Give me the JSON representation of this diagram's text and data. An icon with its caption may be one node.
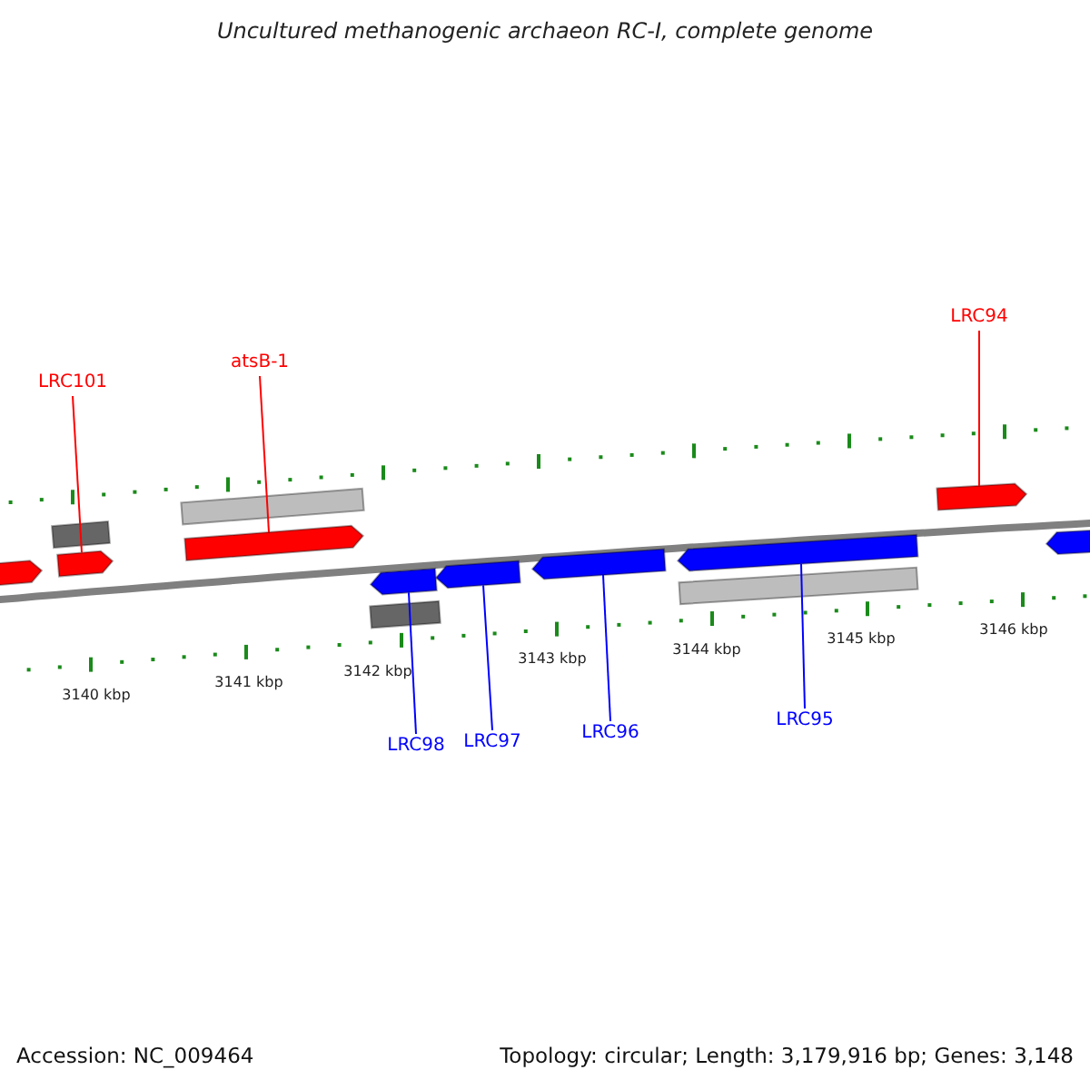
{
  "diagram": {
    "title": "Uncultured methanogenic archaeon RC-I, complete genome",
    "nodes": [
      {
        "text": [
          "LRC101"
        ]
      },
      {
        "text": [],
        "shape": "arrow"
      },
      {
        "text": [
          "atsB-1"
        ]
      },
      {
        "text": [],
        "shape": "arrow"
      },
      {
        "text": [
          "LRC94"
        ]
      },
      {
        "text": [],
        "shape": "arrow"
      },
      {
        "text": [
          "LRC98"
        ]
      },
      {
        "text": [],
        "shape": "arrow"
      },
      {
        "text": [
          "LRC97"
        ]
      },
      {
        "text": [],
        "shape": "arrow"
      },
      {
        "text": [
          "LRC96"
        ]
      },
      {
        "text": [],
        "shape": "arrow"
      },
      {
        "text": [
          "LRC95"
        ]
      },
      {
        "text": [],
        "shape": "arrow"
      },
      {
        "text": [],
        "shape": "arrow"
      },
      {
        "text": [],
        "shape": "bar"
      },
      {
        "text": [],
        "shape": "bar"
      },
      {
        "text": [],
        "shape": "bar"
      },
      {
        "text": [],
        "shape": "bar"
      },
      {
        "text": [],
        "shape": "arrow"
      }
    ],
    "edges": [
      {
        "from": 0,
        "to": 1,
        "arrow": "none",
        "color": "#ff0000"
      },
      {
        "from": 2,
        "to": 3,
        "arrow": "none",
        "color": "#ff0000"
      },
      {
        "from": 4,
        "to": 5,
        "arrow": "none",
        "color": "#ff0000"
      },
      {
        "from": 6,
        "to": 7,
        "arrow": "none",
        "color": "#0000ff"
      },
      {
        "from": 8,
        "to": 9,
        "arrow": "none",
        "color": "#0000ff"
      },
      {
        "from": 10,
        "to": 11,
        "arrow": "none",
        "color": "#0000ff"
      },
      {
        "from": 12,
        "to": 13,
        "arrow": "none",
        "color": "#0000ff"
      }
    ],
    "labels": [
      "3140 kbp",
      "3141 kbp",
      "3142 kbp",
      "3143 kbp",
      "3144 kbp",
      "3145 kbp",
      "3146 kbp",
      "Accession: NC_009464",
      "Topology: circular; Length: 3,179,916 bp; Genes: 3,148"
    ]
  }
}
